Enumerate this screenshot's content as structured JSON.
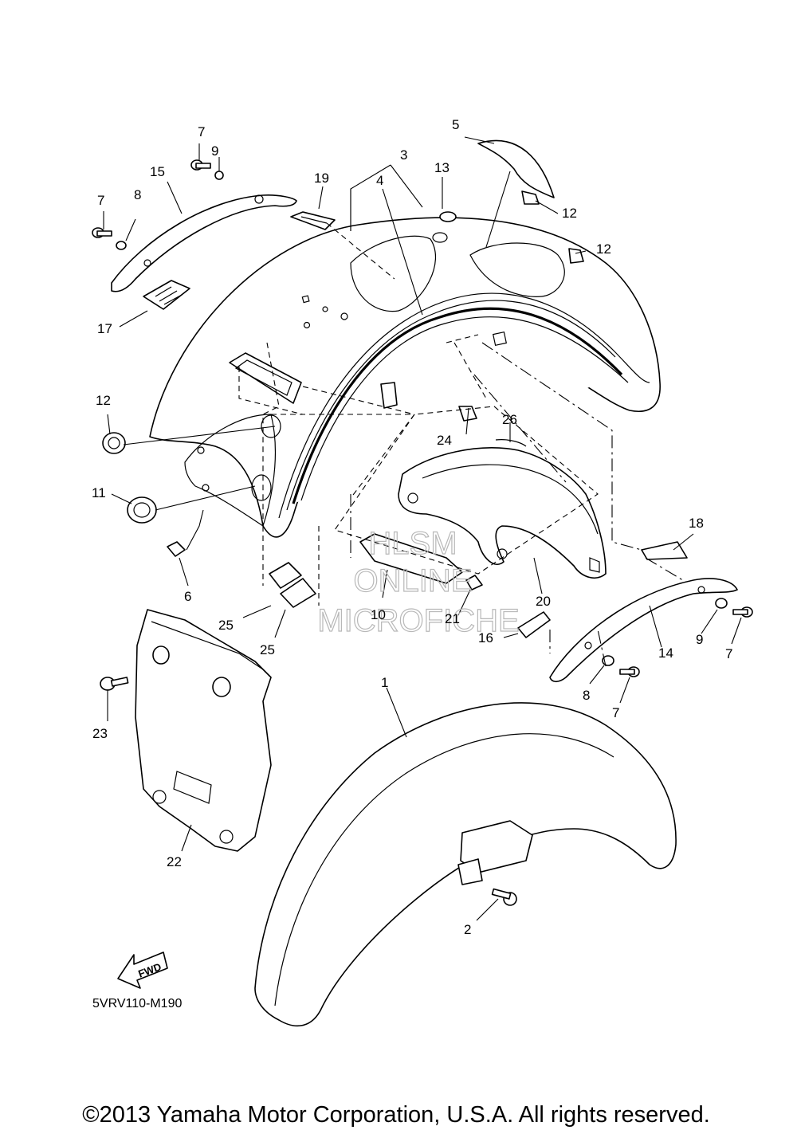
{
  "diagram": {
    "code": "5VRV110-M190",
    "copyright": "©2013 Yamaha Motor Corporation, U.S.A. All rights reserved.",
    "fwd_label": "FWD",
    "watermark": [
      "HLSM",
      "ONLINE",
      "MICROFICHE"
    ]
  },
  "callouts": {
    "c1": "1",
    "c2": "2",
    "c3": "3",
    "c4": "4",
    "c5": "5",
    "c6": "6",
    "c7a": "7",
    "c7b": "7",
    "c7c": "7",
    "c7d": "7",
    "c8a": "8",
    "c8b": "8",
    "c9a": "9",
    "c9b": "9",
    "c10": "10",
    "c11": "11",
    "c12a": "12",
    "c12b": "12",
    "c12c": "12",
    "c13": "13",
    "c14": "14",
    "c15": "15",
    "c16": "16",
    "c17": "17",
    "c18": "18",
    "c19": "19",
    "c20": "20",
    "c21": "21",
    "c22": "22",
    "c23": "23",
    "c24": "24",
    "c25a": "25",
    "c25b": "25",
    "c26": "26"
  }
}
